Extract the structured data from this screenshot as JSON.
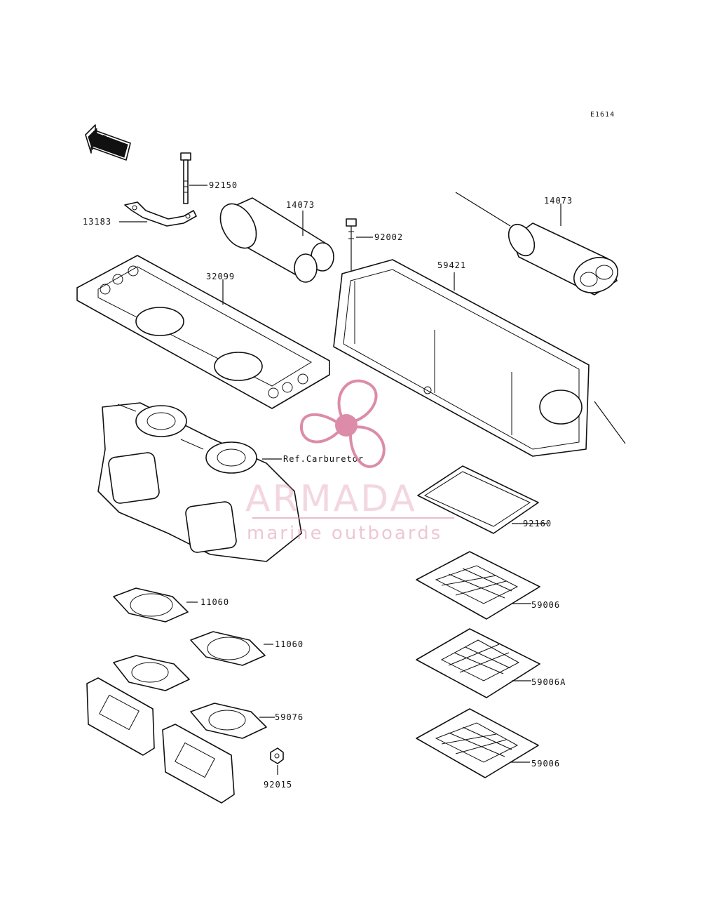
{
  "diagram_code": "E1614",
  "front_label": "FRONT",
  "labels": {
    "p92150": "92150",
    "p13183": "13183",
    "p14073_left": "14073",
    "p92002": "92002",
    "p14073_right": "14073",
    "p32099": "32099",
    "p59421": "59421",
    "ref_carburetor": "Ref.Carburetor",
    "p92160": "92160",
    "p11060_a": "11060",
    "p11060_b": "11060",
    "p59006_a": "59006",
    "p59006A": "59006A",
    "p59076": "59076",
    "p92015": "92015",
    "p59006_b": "59006"
  },
  "watermark": {
    "brand": "ARMADA",
    "tagline": "marine outboards",
    "color": "#d9809f"
  }
}
